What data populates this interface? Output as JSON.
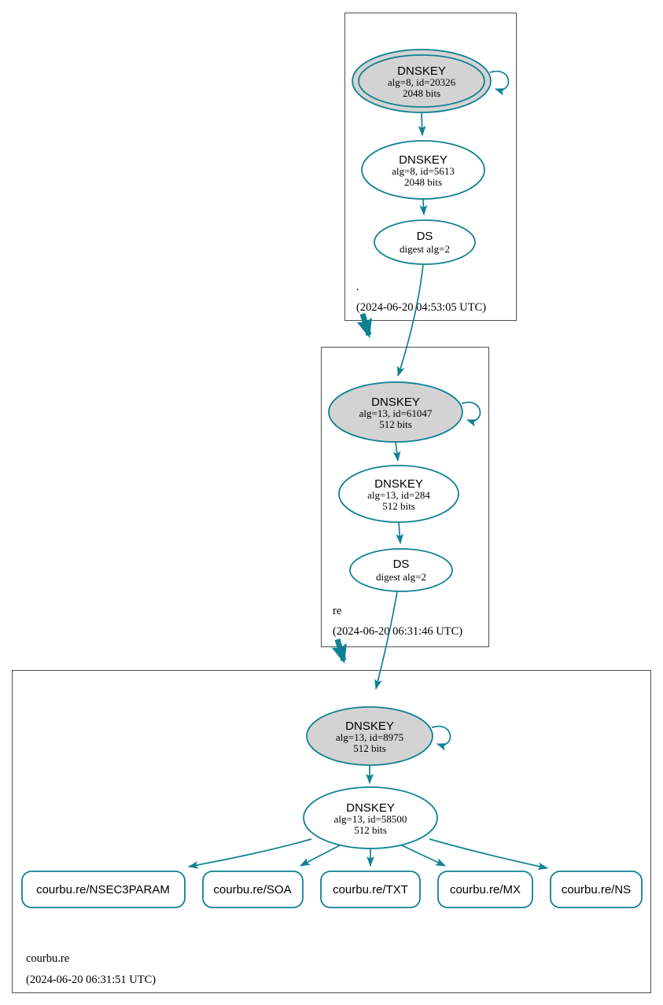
{
  "diagram": {
    "kind": "dnssec-authentication-chain-graph",
    "colors": {
      "edge": "#0f8192",
      "ksk_fill": "#d3d3d3",
      "node_fill": "#ffffff",
      "zone_border": "#4f4f4f",
      "text": "#000000",
      "background": "#ffffff"
    }
  },
  "zones": [
    {
      "name": ".",
      "timestamp": "(2024-06-20 04:53:05 UTC)",
      "ksk": {
        "label": "DNSKEY",
        "attrs": "alg=8, id=20326",
        "bits": "2048 bits",
        "trust_anchor": true
      },
      "zsk": {
        "label": "DNSKEY",
        "attrs": "alg=8, id=5613",
        "bits": "2048 bits"
      },
      "ds": {
        "label": "DS",
        "attrs": "digest alg=2"
      }
    },
    {
      "name": "re",
      "timestamp": "(2024-06-20 06:31:46 UTC)",
      "ksk": {
        "label": "DNSKEY",
        "attrs": "alg=13, id=61047",
        "bits": "512 bits"
      },
      "zsk": {
        "label": "DNSKEY",
        "attrs": "alg=13, id=284",
        "bits": "512 bits"
      },
      "ds": {
        "label": "DS",
        "attrs": "digest alg=2"
      }
    },
    {
      "name": "courbu.re",
      "timestamp": "(2024-06-20 06:31:51 UTC)",
      "ksk": {
        "label": "DNSKEY",
        "attrs": "alg=13, id=8975",
        "bits": "512 bits"
      },
      "zsk": {
        "label": "DNSKEY",
        "attrs": "alg=13, id=58500",
        "bits": "512 bits"
      },
      "rrsets": [
        "courbu.re/NSEC3PARAM",
        "courbu.re/SOA",
        "courbu.re/TXT",
        "courbu.re/MX",
        "courbu.re/NS"
      ]
    }
  ]
}
